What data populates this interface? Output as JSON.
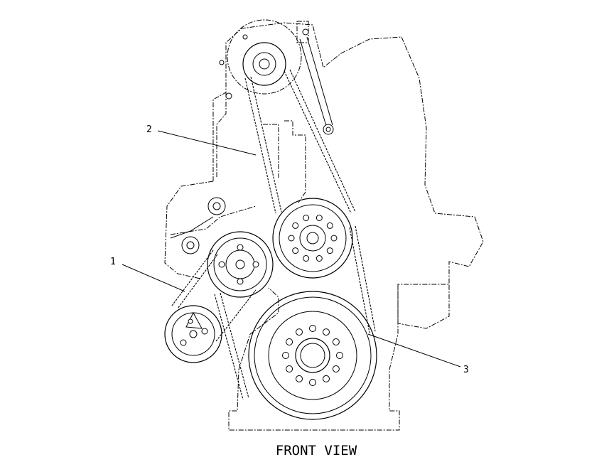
{
  "callouts": [
    {
      "number": "1"
    },
    {
      "number": "2"
    },
    {
      "number": "3"
    }
  ],
  "caption": "FRONT VIEW"
}
